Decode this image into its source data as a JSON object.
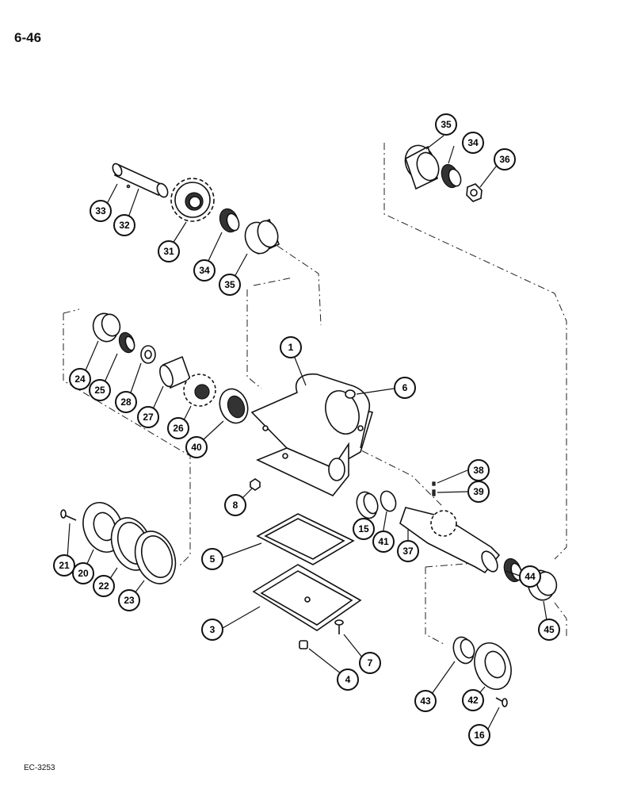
{
  "page_number": "6-46",
  "figure_code": "EC-3253",
  "callouts": [
    "35",
    "34",
    "36",
    "33",
    "32",
    "31",
    "34",
    "35",
    "1",
    "6",
    "24",
    "25",
    "28",
    "27",
    "26",
    "40",
    "8",
    "38",
    "39",
    "15",
    "41",
    "37",
    "21",
    "20",
    "22",
    "23",
    "5",
    "44",
    "45",
    "3",
    "7",
    "4",
    "43",
    "42",
    "16"
  ]
}
